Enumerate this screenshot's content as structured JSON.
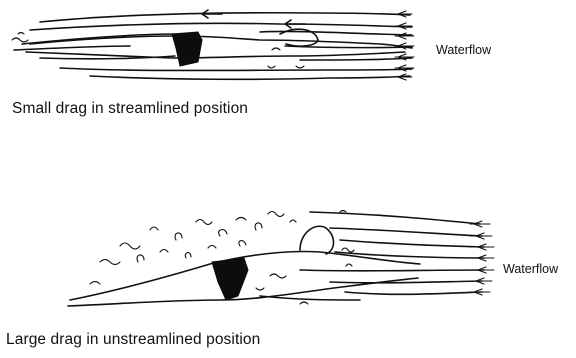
{
  "figure": {
    "top_panel": {
      "flow_label": "Waterflow",
      "caption": "Small drag in streamlined position"
    },
    "bottom_panel": {
      "flow_label": "Waterflow",
      "caption": "Large drag in unstreamlined position"
    }
  }
}
